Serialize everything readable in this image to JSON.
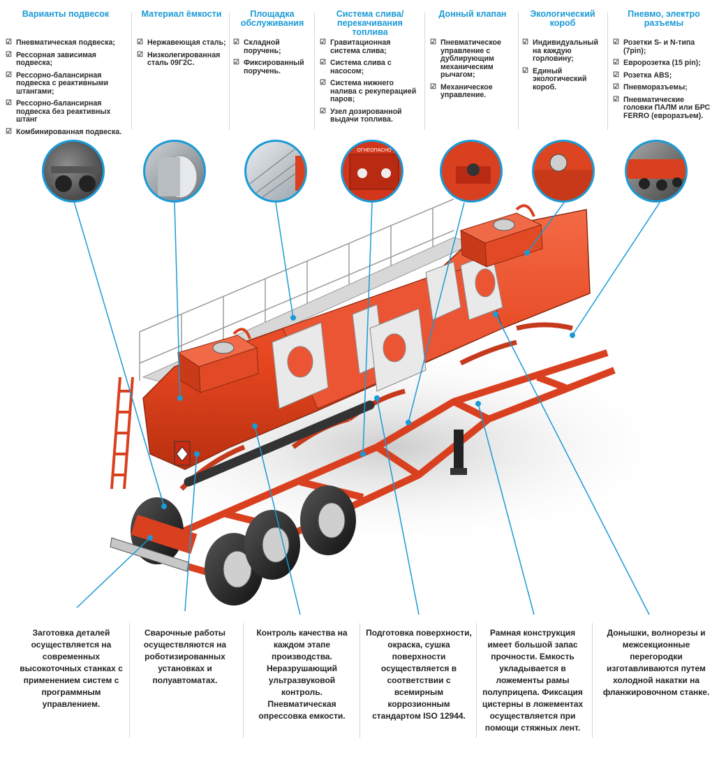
{
  "columns": [
    {
      "title": "Варианты подвесок",
      "items": [
        "Пневматическая подвеска;",
        "Рессорная зависимая подвеска;",
        "Рессорно-балансирная подвеска с реактивными штангами;",
        "Рессорно-балансирная подвеска без реактивных штанг",
        "Комбинированная подвеска."
      ]
    },
    {
      "title": "Материал ёмкости",
      "items": [
        "Нержавеющая сталь;",
        "Низколегированная сталь 09Г2С."
      ]
    },
    {
      "title": "Площадка обслуживания",
      "items": [
        "Складной поручень;",
        "Фиксированный поручень."
      ]
    },
    {
      "title": "Система слива/ перекачивания топлива",
      "items": [
        "Гравитационная система слива;",
        "Система слива с насосом;",
        "Система нижнего налива с рекуперацией паров;",
        "Узел дозированной выдачи топлива."
      ]
    },
    {
      "title": "Донный клапан",
      "items": [
        "Пневматическое управление с дублирующим механическим рычагом;",
        "Механическое управление."
      ]
    },
    {
      "title": "Экологический короб",
      "items": [
        "Индивидуальный на каждую горловину;",
        "Единый экологический короб."
      ]
    },
    {
      "title": "Пневмо, электро разъемы",
      "items": [
        "Розетки S- и N-типа (7pin);",
        "Евророзетка (15 pin);",
        "Розетка ABS;",
        "Пневморазъемы;",
        "Пневматические головки ПАЛМ или БРС FERRO (евроразъем)."
      ]
    }
  ],
  "bottom": [
    "Заготовка деталей осуществляется на современных высокоточных станках с применением систем с программным управлением.",
    "Сварочные работы осуществляются на роботизированных установках и полуавтоматах.",
    "Контроль качества на каждом этапе производства. Неразрушающий ультразвуковой контроль. Пневматическая опрессовка емкости.",
    "Подготовка поверхности, окраска, сушка поверхности осуществляется в соответствии с всемирным коррозионным стандартом ISO 12944.",
    "Рамная конструкция имеет большой запас прочности. Емкость укладывается в ложементы рамы полуприцепа. Фиксация цистерны в ложементах осуществляется при помощи стяжных лент.",
    "Донышки, волнорезы и межсекционные перегородки изготавливаются путем холодной накатки на фланжировочном станке."
  ],
  "tank_label": "ОГНЕОПАСНО",
  "colors": {
    "accent": "#1a9ad6",
    "tank": "#e8472a",
    "frame": "#d9401f"
  }
}
